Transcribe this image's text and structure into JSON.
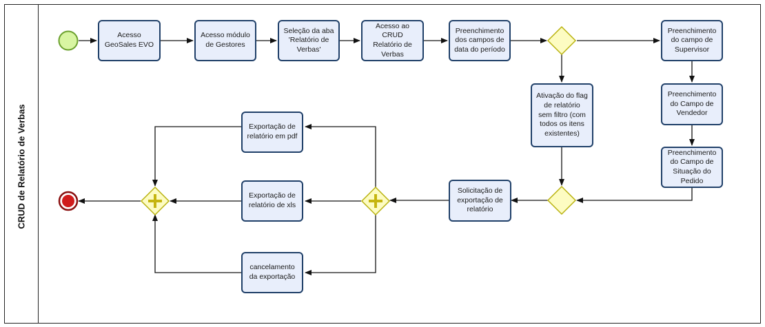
{
  "pool": {
    "title": "CRUD de Relatório de Verbas"
  },
  "tasks": {
    "acesso_geosales": "Acesso GeoSales EVO",
    "acesso_modulo": "Acesso módulo de Gestores",
    "selecao_aba": "Seleção da aba 'Relatório de Verbas'",
    "acesso_crud": "Acesso ao CRUD Relatório de Verbas",
    "preenchimento_datas": "Preenchimento dos campos de data do período",
    "preenchimento_supervisor": "Preenchimento do campo de Supervisor",
    "preenchimento_vendedor": "Preenchimento do Campo de Vendedor",
    "preenchimento_situacao": "Preenchimento do Campo de Situação do Pedido",
    "ativacao_flag": "Ativação do flag de relatório sem filtro (com todos os itens existentes)",
    "solicitacao_exportacao": "Solicitação de exportação de relatório",
    "exportacao_pdf": "Exportação de relatório em pdf",
    "exportacao_xls": "Exportação de relatório de xls",
    "cancelamento": "cancelamento da exportação"
  },
  "colors": {
    "task_fill": "#e8eefb",
    "task_border": "#1f3f68",
    "start_fill": "#d8f5a2",
    "start_border": "#6aa02c",
    "end_fill": "#d01c1c",
    "end_border": "#8a0f0f",
    "gateway_fill": "#fdfcc2",
    "gateway_border": "#b9b20e"
  }
}
